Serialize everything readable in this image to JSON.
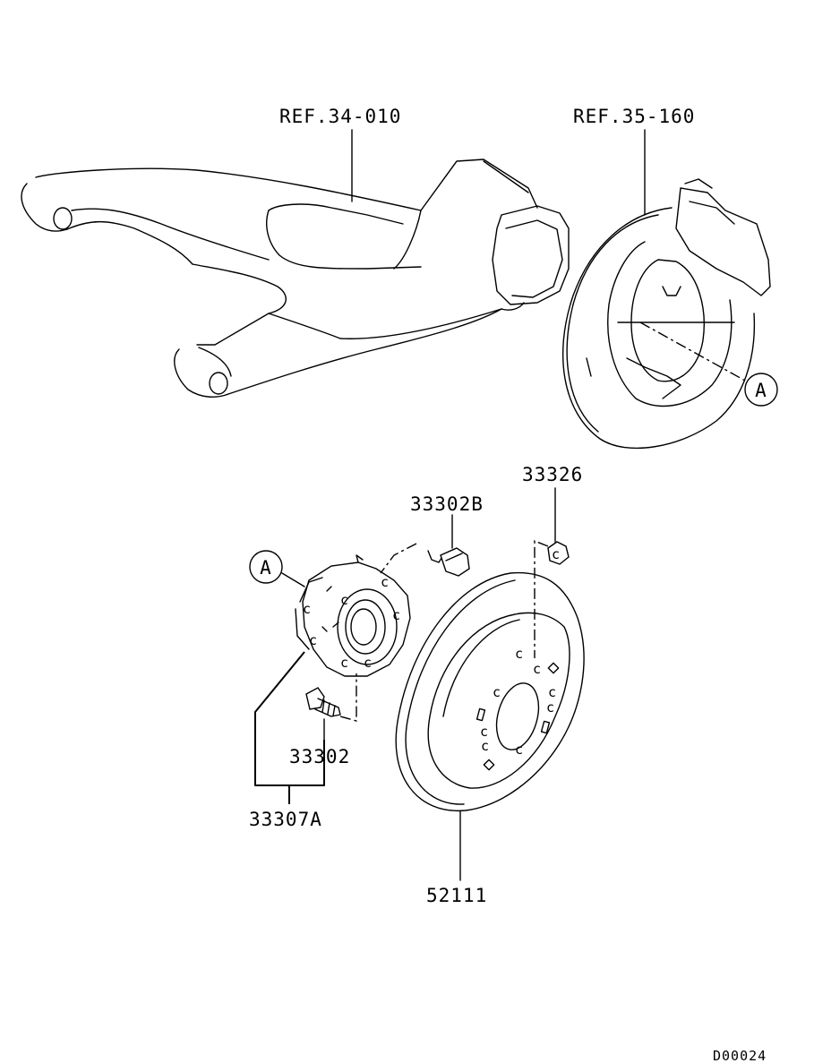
{
  "labels": {
    "ref_arm": "REF.34-010",
    "ref_backing": "REF.35-160",
    "callout_a_top": "A",
    "callout_a_left": "A",
    "part_33326": "33326",
    "part_33302B": "33302B",
    "part_33302": "33302",
    "part_33307A": "33307A",
    "part_52111": "52111",
    "drawing_code": "D00024"
  },
  "colors": {
    "ink": "#000000",
    "paper": "#ffffff"
  }
}
